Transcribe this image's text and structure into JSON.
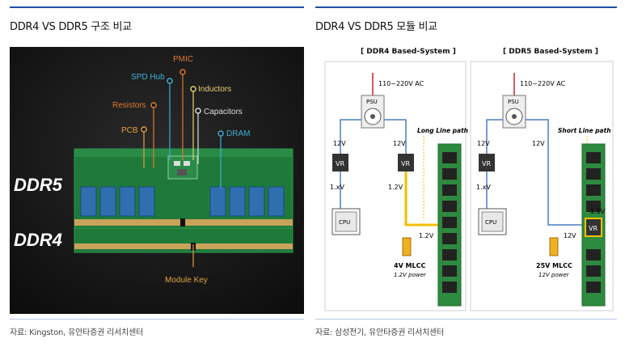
{
  "left": {
    "title": "DDR4 VS DDR5 구조 비교",
    "source": "자료: Kingston, 유안타증권 리서치센터",
    "figure": {
      "labels": {
        "pmic": "PMIC",
        "spd_hub": "SPD Hub",
        "inductors": "Inductors",
        "resistors": "Resistors",
        "capacitors": "Capacitors",
        "pcb": "PCB",
        "dram": "DRAM",
        "ddr5": "DDR5",
        "ddr4": "DDR4",
        "module_key": "Module Key"
      }
    }
  },
  "right": {
    "title": "DDR4 VS DDR5 모듈 비교",
    "source": "자료: 삼성전기, 유안타증권 리서치센터",
    "ddr4_panel": {
      "heading": "[ DDR4 Based-System ]",
      "ac": "110~220V AC",
      "psu": "PSU",
      "v_left": "12V",
      "v_right": "12V",
      "vr": "VR",
      "vr2": "VR",
      "cpu_v": "1.xV",
      "ram_v": "1.2V",
      "path": "Long Line path",
      "rail_v": "1.2V",
      "cpu": "CPU",
      "mlcc": "4V MLCC",
      "mlcc_sub": "1.2V power"
    },
    "ddr5_panel": {
      "heading": "[ DDR5 Based-System ]",
      "ac": "110~220V AC",
      "psu": "PSU",
      "v_left": "12V",
      "v_right": "12V",
      "vr": "VR",
      "vr_dimm": "VR",
      "cpu_v": "1.xV",
      "path": "Short Line path",
      "dimm_v": "1.1V",
      "rail_v": "12V",
      "cpu": "CPU",
      "mlcc": "25V MLCC",
      "mlcc_sub": "12V power"
    }
  },
  "colors": {
    "rule": "#1f4fa0",
    "board_green": "#1f7a3a",
    "dram_blue": "#2f6fb0",
    "orange": "#e07a2e",
    "cyan": "#3fb0d8",
    "yellow": "#f0c000"
  }
}
